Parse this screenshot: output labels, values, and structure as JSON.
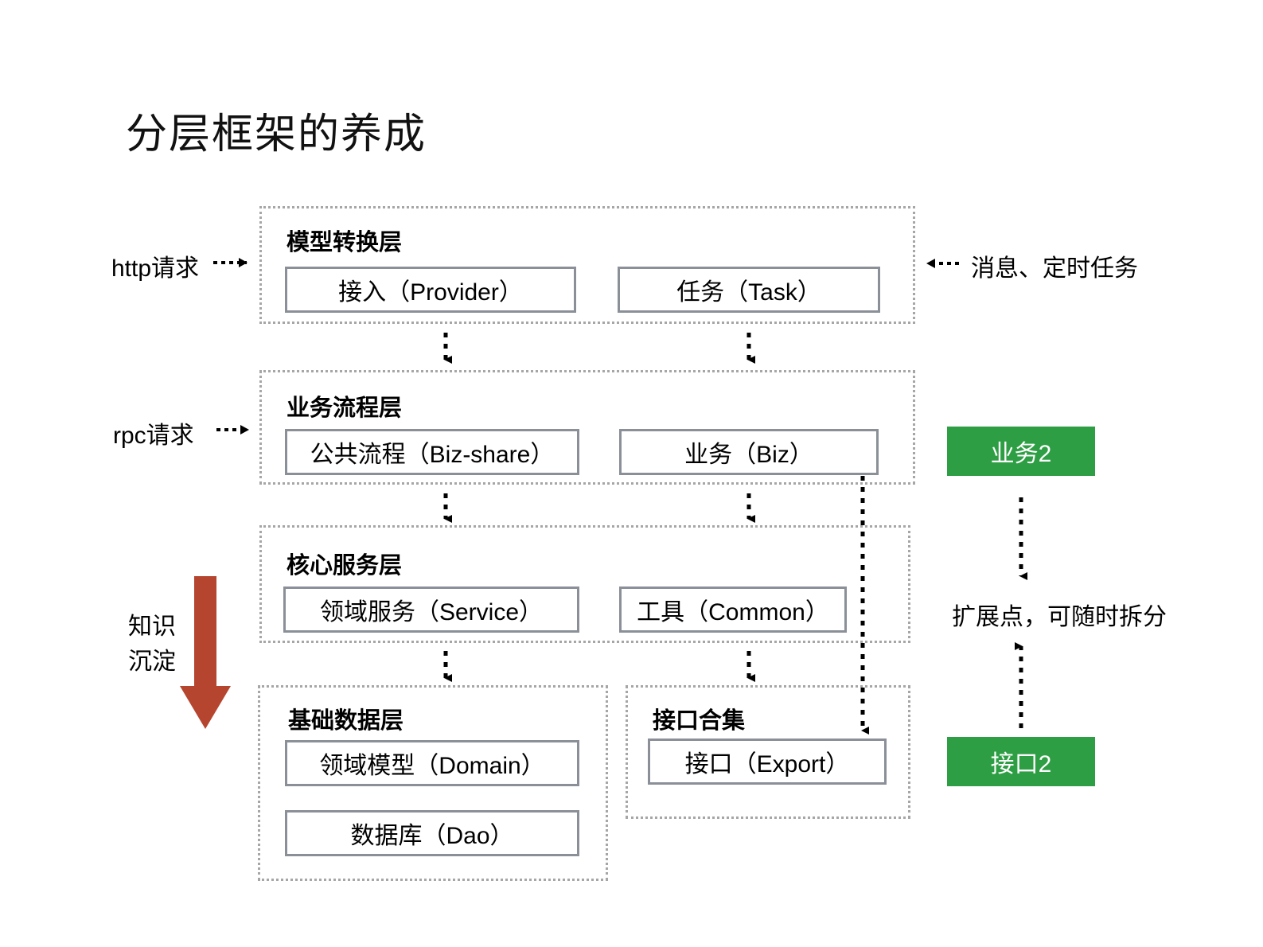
{
  "title": "分层框架的养成",
  "diagram": {
    "layers": [
      {
        "id": "model-convert",
        "title": "模型转换层",
        "units": [
          {
            "id": "provider",
            "label": "接入（Provider）"
          },
          {
            "id": "task",
            "label": "任务（Task）"
          }
        ]
      },
      {
        "id": "business-process",
        "title": "业务流程层",
        "units": [
          {
            "id": "biz-share",
            "label": "公共流程（Biz-share）"
          },
          {
            "id": "biz",
            "label": "业务（Biz）"
          }
        ]
      },
      {
        "id": "core-service",
        "title": "核心服务层",
        "units": [
          {
            "id": "service",
            "label": "领域服务（Service）"
          },
          {
            "id": "common",
            "label": "工具（Common）"
          }
        ]
      },
      {
        "id": "base-data",
        "title": "基础数据层",
        "units": [
          {
            "id": "domain",
            "label": "领域模型（Domain）"
          },
          {
            "id": "dao",
            "label": "数据库（Dao）"
          }
        ]
      },
      {
        "id": "export-collection",
        "title": "接口合集",
        "units": [
          {
            "id": "export",
            "label": "接口（Export）"
          }
        ]
      }
    ],
    "left_labels": [
      {
        "id": "http-request",
        "text": "http请求"
      },
      {
        "id": "rpc-request",
        "text": "rpc请求"
      }
    ],
    "left_annotation": {
      "id": "knowledge-deposit",
      "line1": "知识",
      "line2": "沉淀",
      "arrow_color": "#b5452f"
    },
    "right_labels": [
      {
        "id": "message-timed-task",
        "text": "消息、定时任务"
      },
      {
        "id": "extension-point",
        "text": "扩展点，可随时拆分"
      }
    ],
    "green_boxes": [
      {
        "id": "biz2",
        "label": "业务2"
      },
      {
        "id": "export2",
        "label": "接口2"
      }
    ],
    "colors": {
      "green": "#2e9e44",
      "red_arrow": "#b5452f",
      "box_border": "#8a8f98",
      "layer_border": "#a6a6a6",
      "arrow": "#000000"
    }
  }
}
